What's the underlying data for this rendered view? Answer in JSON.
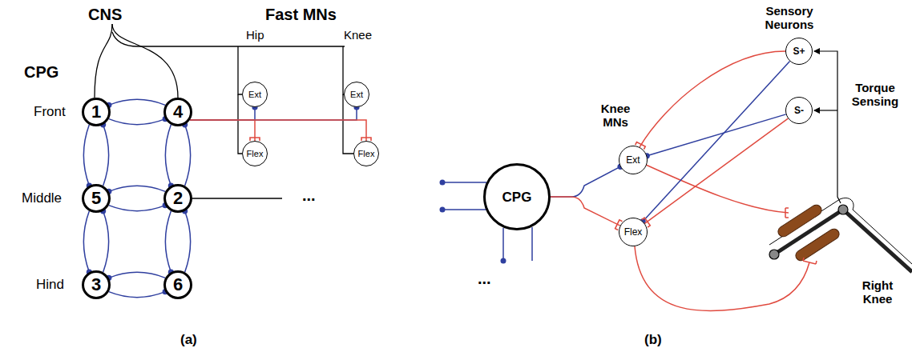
{
  "diagram": {
    "nodes": [
      {
        "text": [
          "1"
        ]
      },
      {
        "text": [
          "4"
        ]
      },
      {
        "text": [
          "Ext"
        ]
      },
      {
        "text": [
          "Ext"
        ]
      },
      {
        "text": [
          "Flex"
        ]
      },
      {
        "text": [
          "Flex"
        ]
      },
      {
        "text": [
          "5"
        ]
      },
      {
        "text": [
          "2"
        ]
      },
      {
        "text": [
          "3"
        ]
      },
      {
        "text": [
          "6"
        ]
      },
      {
        "text": [
          "CPG"
        ]
      },
      {
        "text": [
          "S+"
        ]
      },
      {
        "text": [
          "Ext"
        ]
      },
      {
        "text": [
          "S-"
        ]
      },
      {
        "text": [
          "Flex"
        ]
      }
    ],
    "edges": [
      {
        "from": 0,
        "to": 1,
        "arrow": "to"
      },
      {
        "from": 1,
        "to": 0,
        "arrow": "to"
      },
      {
        "from": 6,
        "to": 7,
        "arrow": "to"
      },
      {
        "from": 7,
        "to": 6,
        "arrow": "to"
      },
      {
        "from": 8,
        "to": 9,
        "arrow": "to"
      },
      {
        "from": 9,
        "to": 8,
        "arrow": "to"
      },
      {
        "from": 0,
        "to": 6,
        "arrow": "to"
      },
      {
        "from": 6,
        "to": 0,
        "arrow": "to"
      },
      {
        "from": 6,
        "to": 8,
        "arrow": "to"
      },
      {
        "from": 8,
        "to": 6,
        "arrow": "to"
      },
      {
        "from": 1,
        "to": 7,
        "arrow": "to"
      },
      {
        "from": 7,
        "to": 1,
        "arrow": "to"
      },
      {
        "from": 7,
        "to": 9,
        "arrow": "to"
      },
      {
        "from": 9,
        "to": 7,
        "arrow": "to"
      },
      {
        "from": 1,
        "to": 2,
        "arrow": "to"
      },
      {
        "from": 1,
        "to": 4,
        "arrow": "to"
      },
      {
        "from": 1,
        "to": 3,
        "arrow": "to"
      },
      {
        "from": 1,
        "to": 5,
        "arrow": "to"
      },
      {
        "from": 10,
        "to": 12,
        "arrow": "to"
      },
      {
        "from": 10,
        "to": 14,
        "arrow": "to"
      },
      {
        "from": 11,
        "to": 12,
        "arrow": "to"
      },
      {
        "from": 11,
        "to": 14,
        "arrow": "to"
      },
      {
        "from": 13,
        "to": 12,
        "arrow": "to"
      },
      {
        "from": 13,
        "to": 14,
        "arrow": "to"
      }
    ],
    "labels": [
      "CNS",
      "Fast MNs",
      "Hip",
      "Knee",
      "CPG",
      "Front",
      "Middle",
      "Hind",
      "...",
      "(a)",
      "Sensory Neurons",
      "Knee MNs",
      "Torque Sensing",
      "Right Knee",
      "...",
      "(b)"
    ]
  }
}
